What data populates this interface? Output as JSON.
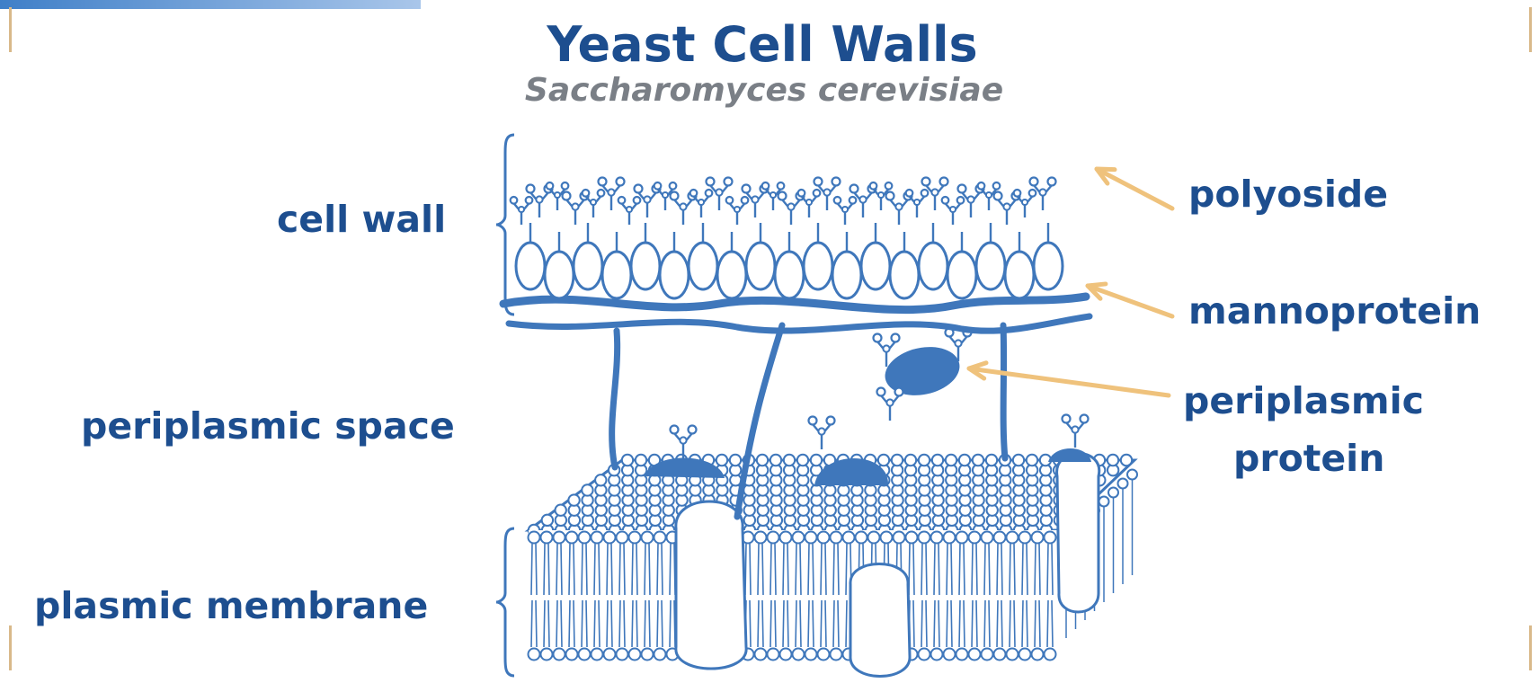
{
  "title": "Yeast Cell Walls",
  "subtitle": "Saccharomyces cerevisiae",
  "left_labels": {
    "cell_wall": "cell wall",
    "periplasmic_space": "periplasmic space",
    "plasmic_membrane": "plasmic membrane"
  },
  "right_labels": {
    "polyoside": "polyoside",
    "mannoprotein": "mannoprotein",
    "periplasmic_protein_line1": "periplasmic",
    "periplasmic_protein_line2": "protein"
  },
  "colors": {
    "diagram_blue": "#3f77bb",
    "label_blue": "#1d4e8f",
    "subtitle_gray": "#7a7f86",
    "arrow_orange": "#efc27c"
  }
}
